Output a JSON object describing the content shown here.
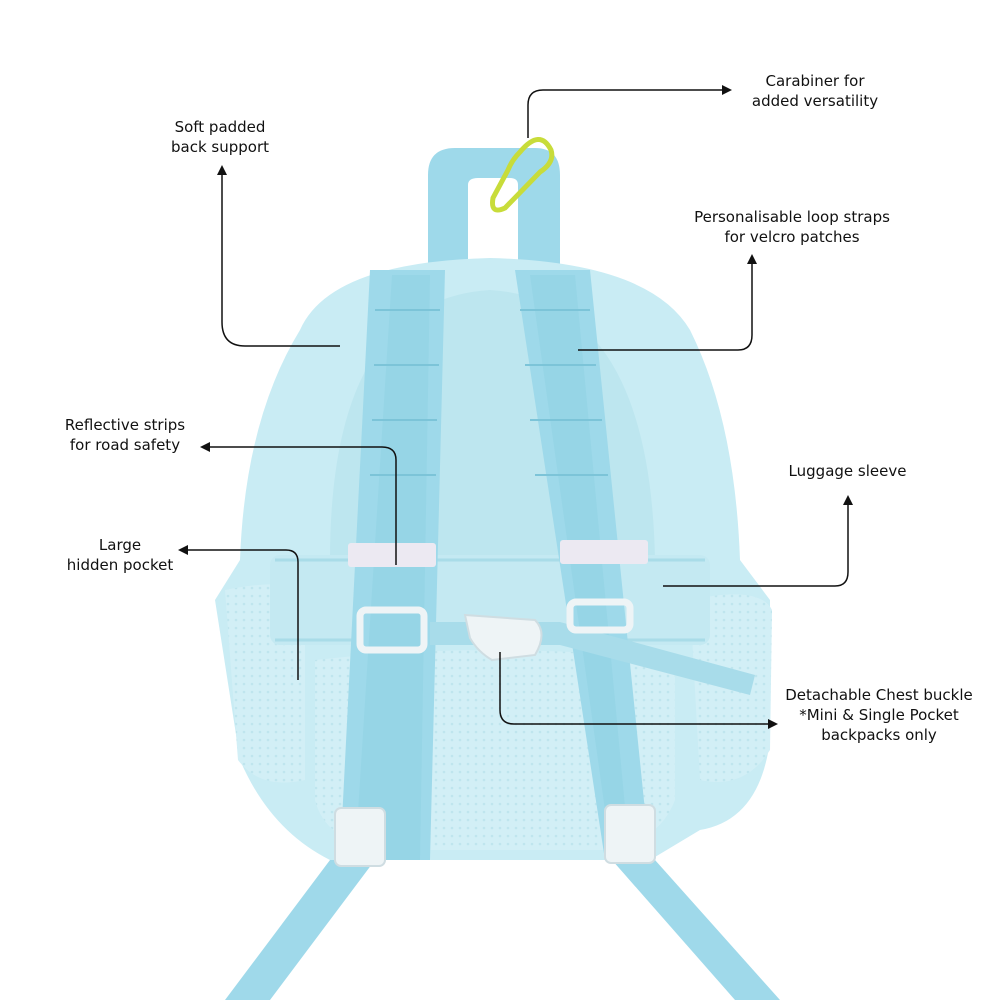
{
  "colors": {
    "body": "#c9ecf4",
    "body_shade": "#b5e0ea",
    "strap": "#9ed9ea",
    "strap_dark": "#86cde0",
    "mesh": "#d4f0f7",
    "reflective": "#ece9f2",
    "buckle": "#eef4f6",
    "carabiner": "#c8dc3a",
    "annotation": "#111111"
  },
  "annotations": {
    "carabiner": {
      "line1": "Carabiner for",
      "line2": "added versatility"
    },
    "back_support": {
      "line1": "Soft padded",
      "line2": "back support"
    },
    "loop_straps": {
      "line1": "Personalisable loop straps",
      "line2": "for velcro patches"
    },
    "reflective": {
      "line1": "Reflective strips",
      "line2": "for road safety"
    },
    "luggage": {
      "line1": "Luggage sleeve"
    },
    "hidden_pocket": {
      "line1": "Large",
      "line2": "hidden pocket"
    },
    "chest_buckle": {
      "line1": "Detachable Chest buckle",
      "line2": "*Mini & Single Pocket",
      "line3": "backpacks only"
    }
  }
}
